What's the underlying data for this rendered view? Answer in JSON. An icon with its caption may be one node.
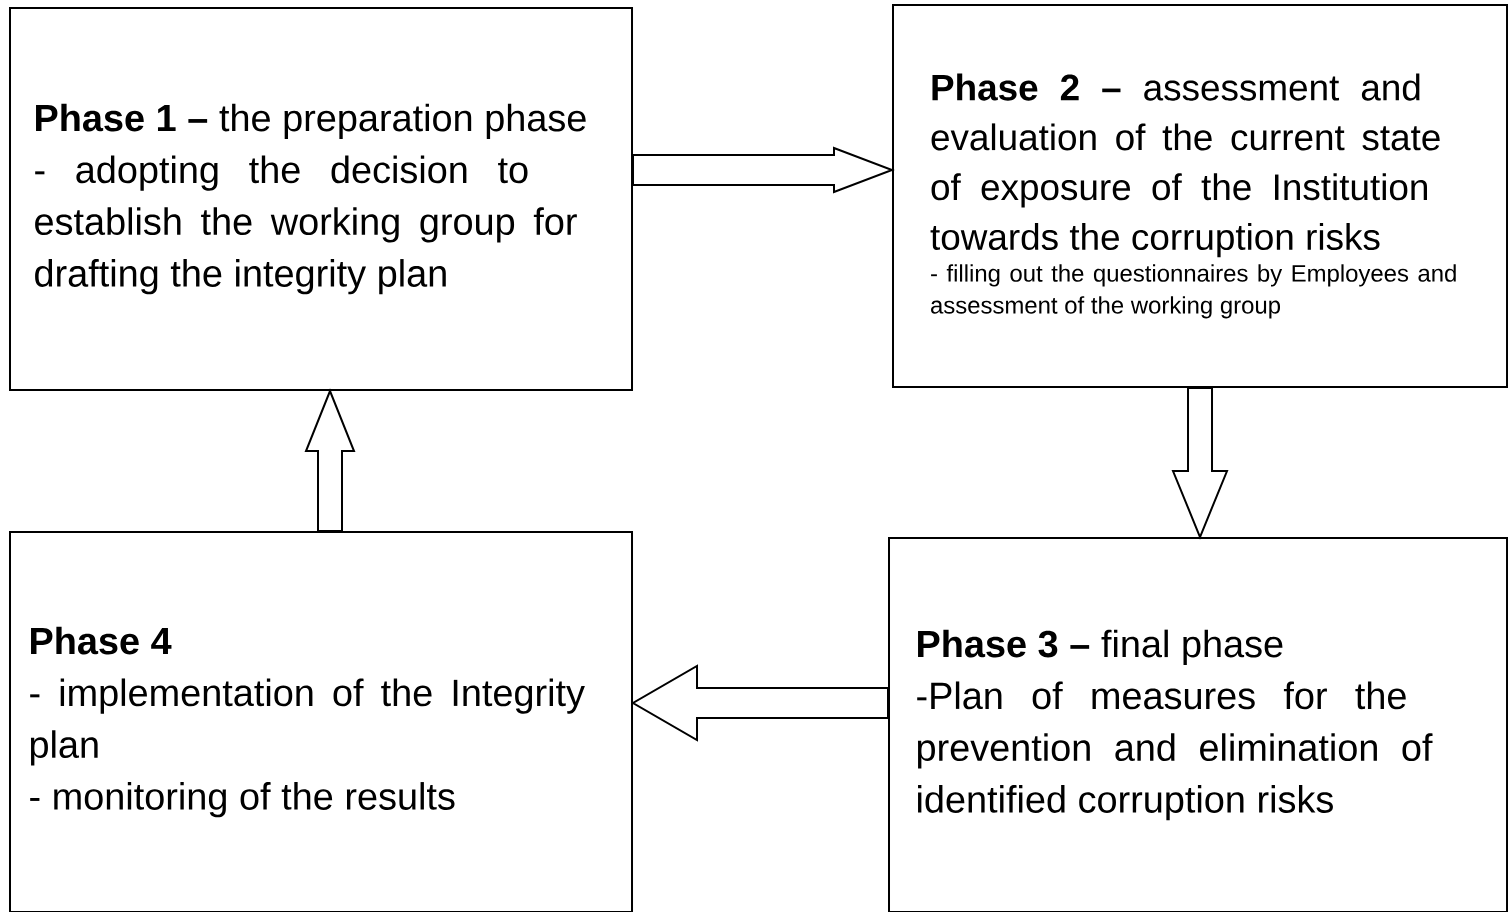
{
  "diagram": {
    "nodes": [
      {
        "text": [
          "**Phase 1 –** the preparation phase",
          "- adopting the decision to establish the working group for drafting the integrity plan"
        ]
      },
      {
        "text": [
          "**Phase 2 –** assessment and evaluation of the current state of exposure of the Institution towards the corruption risks",
          "- filling out the questionnaires by Employees and assessment of the working group"
        ]
      },
      {
        "text": [
          "**Phase 3 –** final phase",
          "-Plan of measures for the prevention and elimination of identified corruption risks"
        ]
      },
      {
        "text": [
          "Phase 4",
          "- implementation of the Integrity plan",
          "- monitoring of the results"
        ]
      }
    ],
    "edges": [
      {
        "from": 0,
        "to": 1,
        "arrow": "to"
      },
      {
        "from": 1,
        "to": 2,
        "arrow": "to"
      },
      {
        "from": 2,
        "to": 3,
        "arrow": "to"
      },
      {
        "from": 3,
        "to": 0,
        "arrow": "to"
      }
    ]
  }
}
